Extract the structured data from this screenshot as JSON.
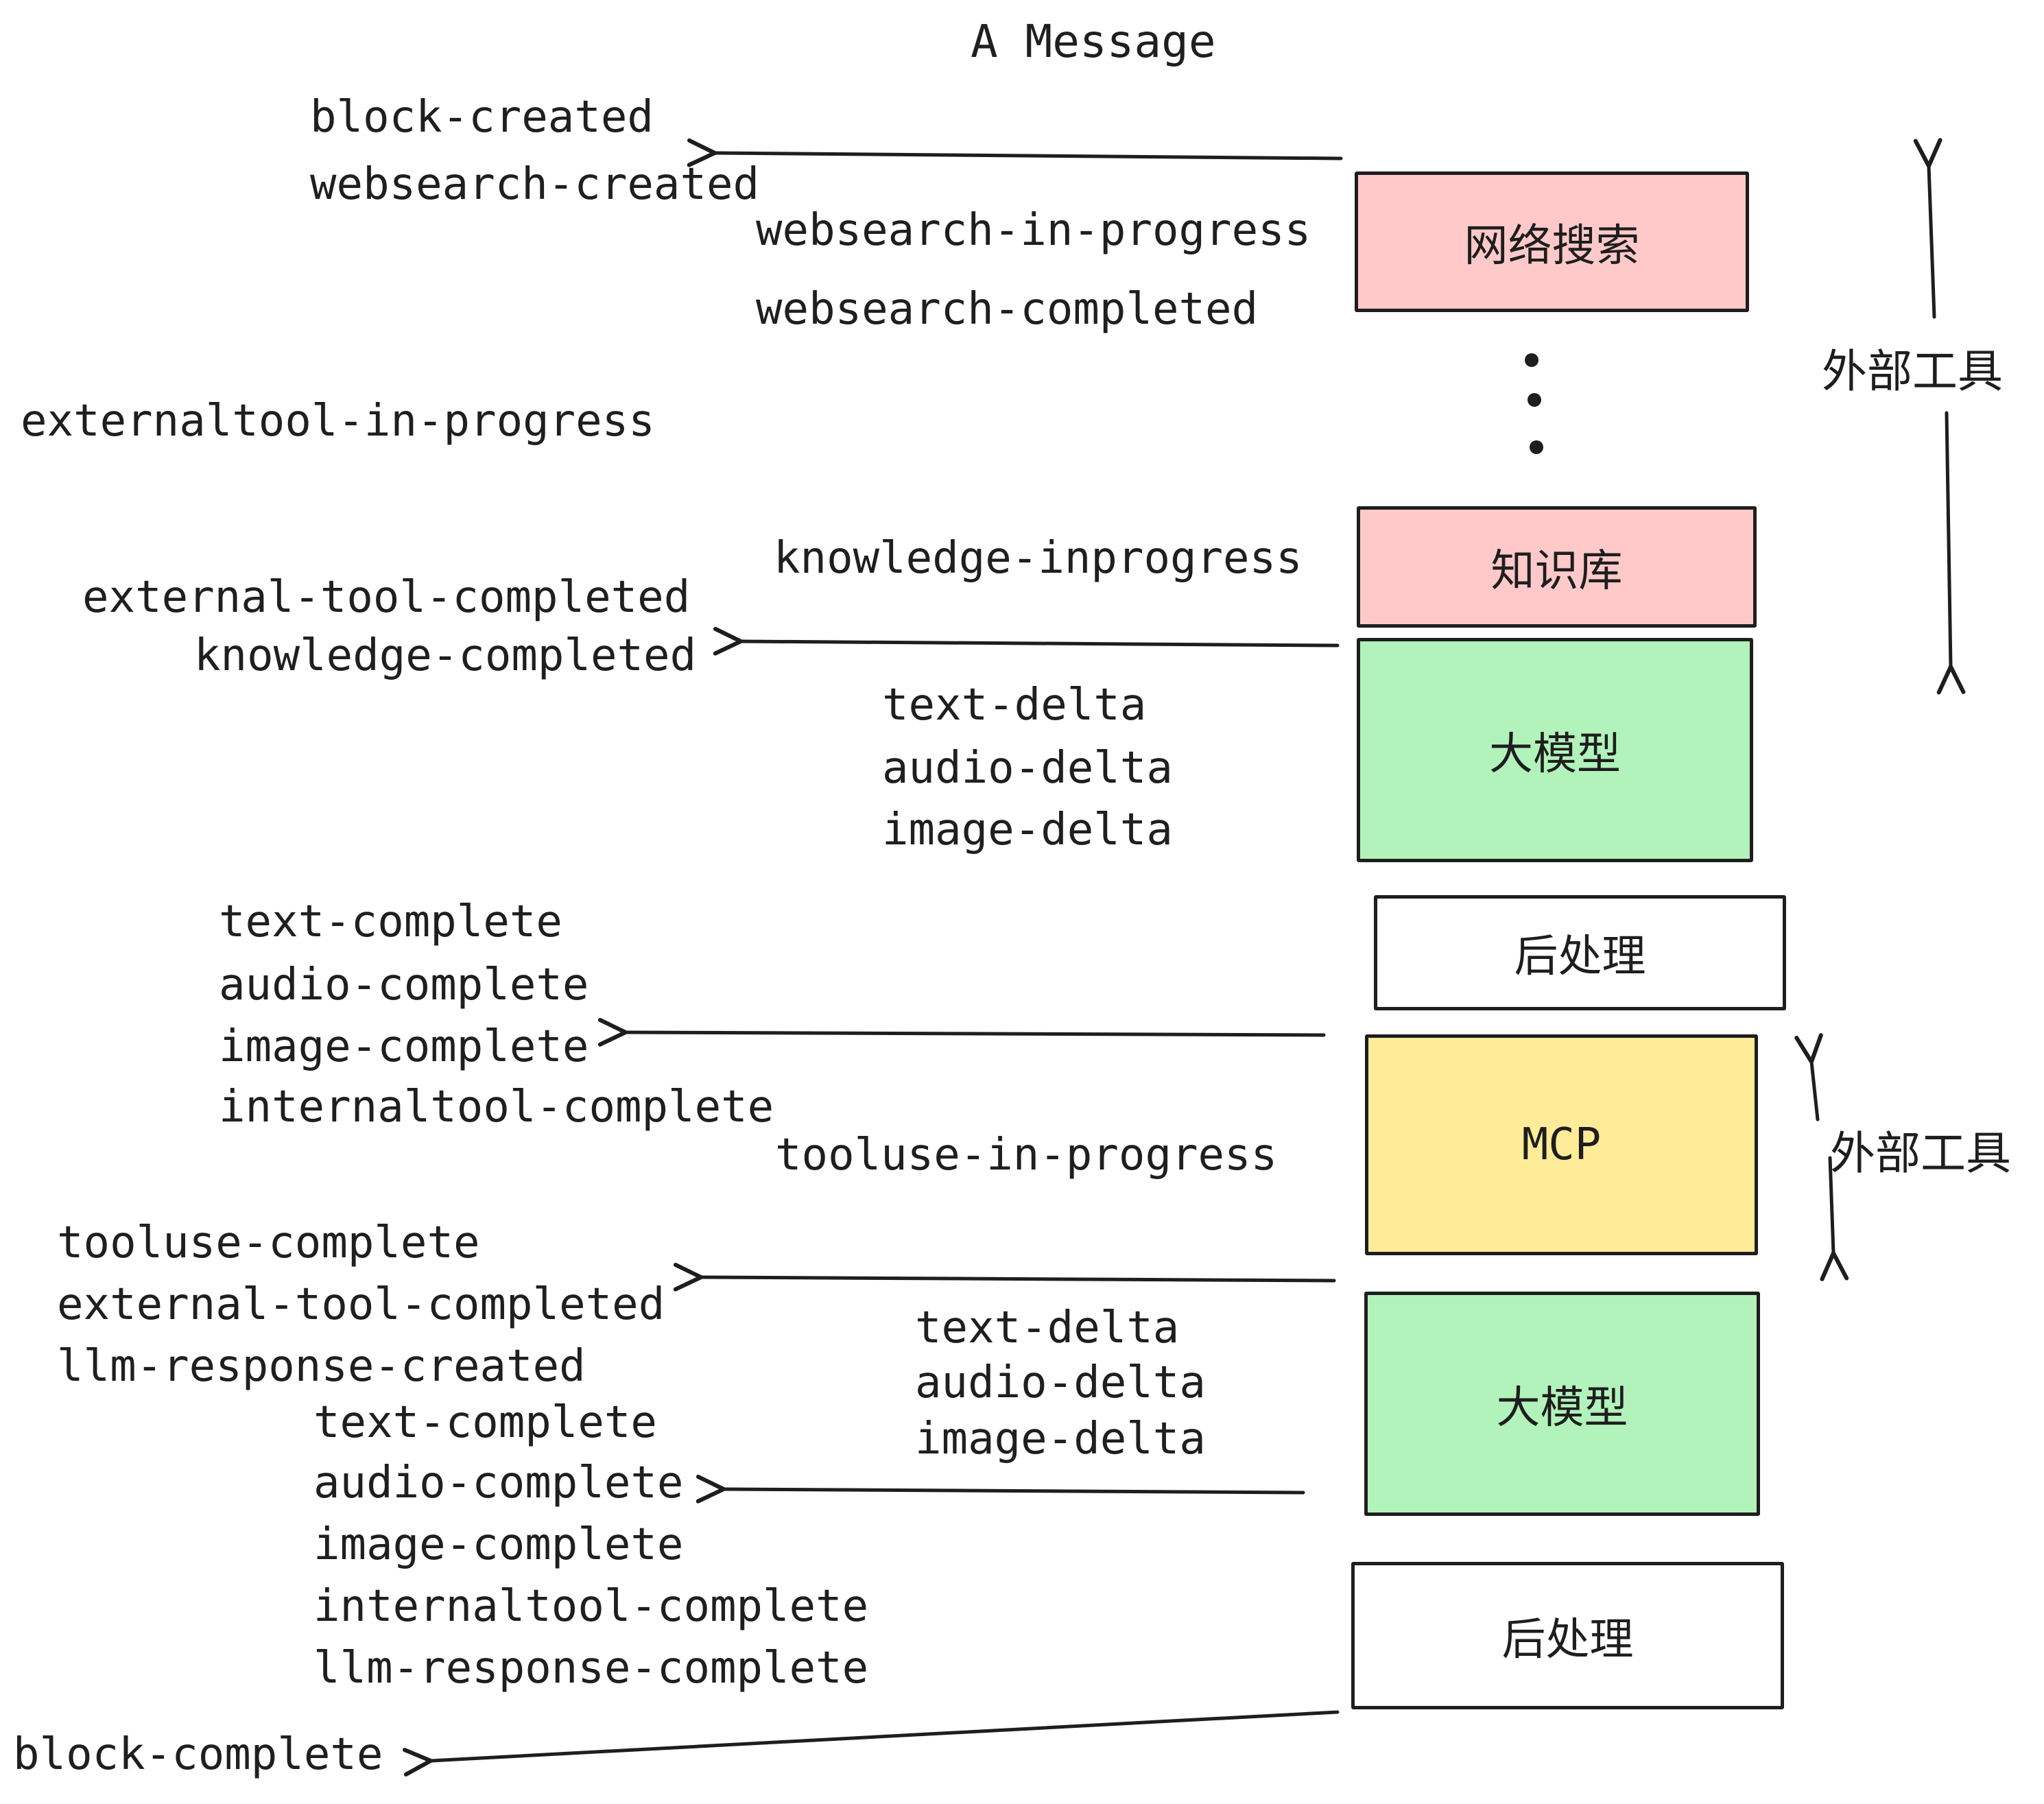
{
  "title": "A Message",
  "colors": {
    "box_pink": "#ffc9c9",
    "box_green": "#b2f2bb",
    "box_yellow": "#ffec99",
    "box_white": "#ffffff",
    "stroke": "#1e1e1e"
  },
  "boxes": {
    "websearch": "网络搜索",
    "knowledge": "知识库",
    "llm1": "大模型",
    "post1": "后处理",
    "mcp": "MCP",
    "llm2": "大模型",
    "post2": "后处理"
  },
  "side_labels": {
    "external_tools_top": "外部工具",
    "external_tools_mid": "外部工具"
  },
  "events": {
    "block_created": "block-created",
    "websearch_created": "websearch-created",
    "websearch_in_progress": "websearch-in-progress",
    "websearch_completed": "websearch-completed",
    "externaltool_in_progress": "externaltool-in-progress",
    "knowledge_inprogress": "knowledge-inprogress",
    "external_tool_completed_1": "external-tool-completed",
    "knowledge_completed": "knowledge-completed",
    "text_delta_1": "text-delta",
    "audio_delta_1": "audio-delta",
    "image_delta_1": "image-delta",
    "text_complete_1": "text-complete",
    "audio_complete_1": "audio-complete",
    "image_complete_1": "image-complete",
    "internaltool_complete_1": "internaltool-complete",
    "tooluse_in_progress": "tooluse-in-progress",
    "tooluse_complete": "tooluse-complete",
    "external_tool_completed_2": "external-tool-completed",
    "llm_response_created": "llm-response-created",
    "text_complete_2": "text-complete",
    "audio_complete_2": "audio-complete",
    "image_complete_2": "image-complete",
    "internaltool_complete_2": "internaltool-complete",
    "llm_response_complete": "llm-response-complete",
    "block_complete": "block-complete"
  }
}
